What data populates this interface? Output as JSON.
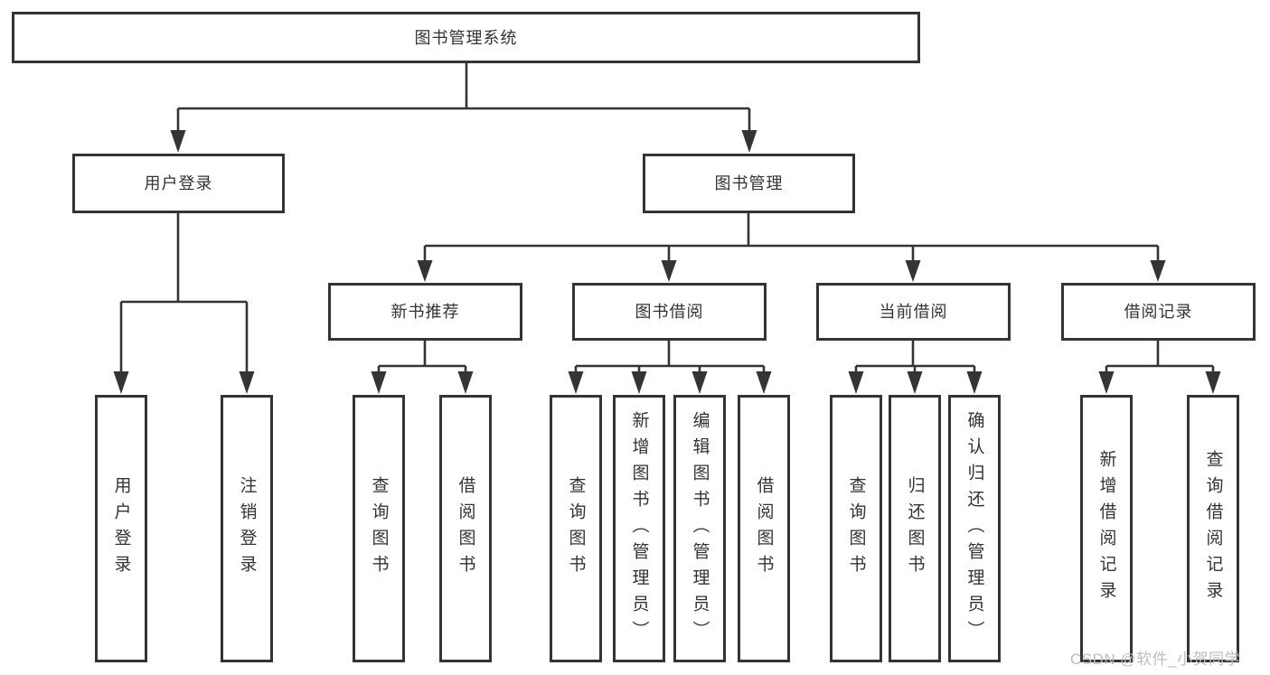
{
  "colors": {
    "line": "#343434",
    "box_border": "#343434",
    "text": "#333333",
    "background": "#ffffff",
    "watermark": "#b9bdc4"
  },
  "watermark": {
    "text": "CSDN @软件_小贺同学"
  },
  "diagram": {
    "type": "hierarchy-tree",
    "tree": {
      "label": "图书管理系统",
      "children": [
        {
          "label": "用户登录",
          "children": [
            {
              "label": "用户登录"
            },
            {
              "label": "注销登录"
            }
          ]
        },
        {
          "label": "图书管理",
          "children": [
            {
              "label": "新书推荐",
              "children": [
                {
                  "label": "查询图书"
                },
                {
                  "label": "借阅图书"
                }
              ]
            },
            {
              "label": "图书借阅",
              "children": [
                {
                  "label": "查询图书"
                },
                {
                  "label": "新增图书（管理员）"
                },
                {
                  "label": "编辑图书（管理员）"
                },
                {
                  "label": "借阅图书"
                }
              ]
            },
            {
              "label": "当前借阅",
              "children": [
                {
                  "label": "查询图书"
                },
                {
                  "label": "归还图书"
                },
                {
                  "label": "确认归还（管理员）"
                }
              ]
            },
            {
              "label": "借阅记录",
              "children": [
                {
                  "label": "新增借阅记录"
                },
                {
                  "label": "查询借阅记录"
                }
              ]
            }
          ]
        }
      ]
    }
  }
}
